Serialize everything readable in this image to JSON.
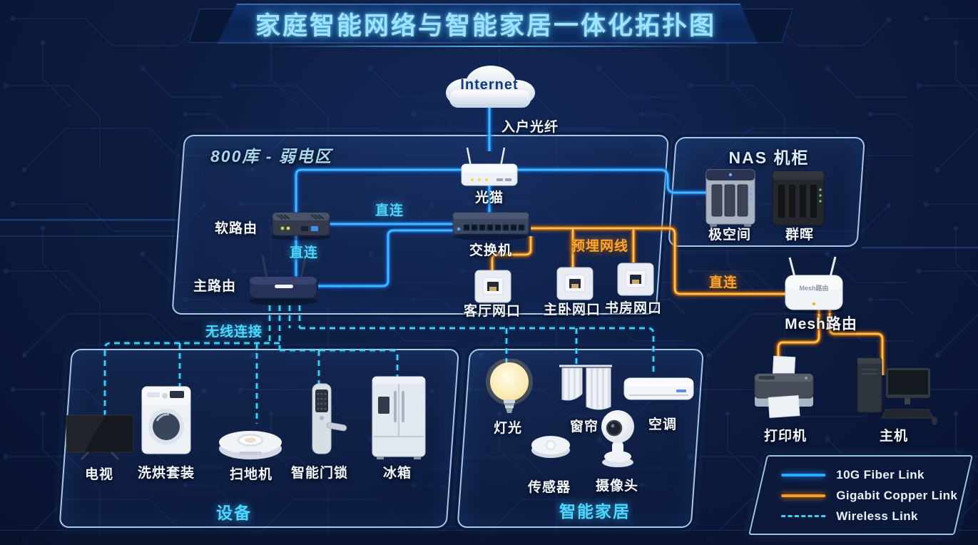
{
  "title": "家庭智能网络与智能家居一体化拓扑图",
  "internet": {
    "label": "Internet"
  },
  "link_labels": {
    "fiber_in": "入户光纤",
    "direct_soft_switch": "直连",
    "direct_soft_main": "直连",
    "embedded_cable": "预埋网线",
    "direct_mesh": "直连",
    "wireless": "无线连接"
  },
  "zones": {
    "weak_current": {
      "title": "800库 - 弱电区"
    },
    "nas_cabinet": {
      "title": "NAS 机柜"
    },
    "devices": {
      "title": "设备"
    },
    "smart_home": {
      "title": "智能家居"
    }
  },
  "nodes": {
    "modem": {
      "label": "光猫"
    },
    "soft_router": {
      "label": "软路由"
    },
    "main_router": {
      "label": "主路由"
    },
    "switch": {
      "label": "交换机"
    },
    "port_living": {
      "label": "客厅网口"
    },
    "port_master": {
      "label": "主卧网口"
    },
    "port_study": {
      "label": "书房网口"
    },
    "nas_zspace": {
      "label": "极空间"
    },
    "nas_synology": {
      "label": "群晖"
    },
    "mesh_router": {
      "label": "Mesh路由",
      "body_text": "Mesh路由"
    },
    "tv": {
      "label": "电视"
    },
    "washer": {
      "label": "洗烘套装"
    },
    "vacuum": {
      "label": "扫地机"
    },
    "door_lock": {
      "label": "智能门锁"
    },
    "fridge": {
      "label": "冰箱"
    },
    "light": {
      "label": "灯光"
    },
    "curtain": {
      "label": "窗帘"
    },
    "ac": {
      "label": "空调"
    },
    "sensor": {
      "label": "传感器"
    },
    "camera": {
      "label": "摄像头"
    },
    "printer": {
      "label": "打印机"
    },
    "pc": {
      "label": "主机"
    }
  },
  "legend": {
    "items": [
      {
        "label": "10G Fiber Link",
        "type": "fiber",
        "color": "#29a8ff"
      },
      {
        "label": "Gigabit Copper Link",
        "type": "copper",
        "color": "#ff9a1f"
      },
      {
        "label": "Wireless Link",
        "type": "wireless",
        "color": "#3fd0f2"
      }
    ]
  },
  "colors": {
    "fiber_link": "#29a8ff",
    "copper_link": "#ff9a1f",
    "wireless_link": "#3fd0f2",
    "cyan_label": "#4fd6ff",
    "orange_label": "#ffa62b",
    "background": "#0d1c40"
  }
}
